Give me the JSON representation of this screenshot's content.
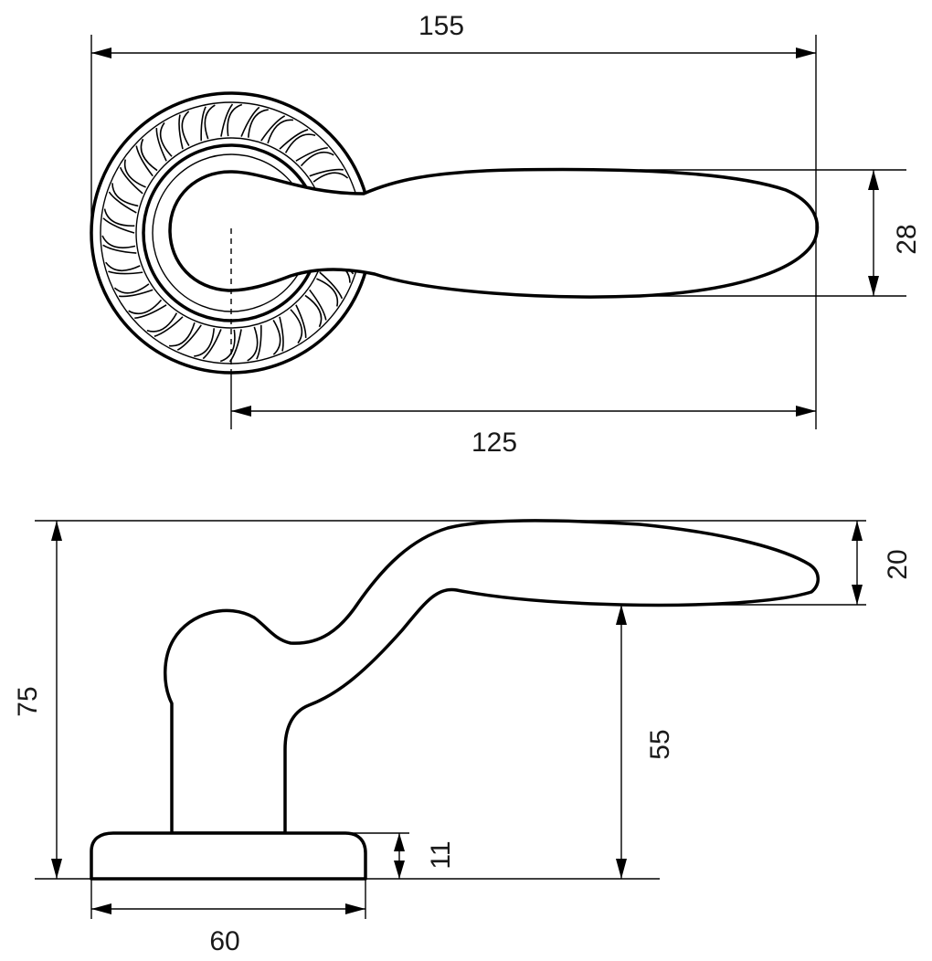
{
  "dimensions": {
    "top_view": {
      "overall_length": "155",
      "lever_length": "125",
      "lever_width": "28"
    },
    "side_view": {
      "total_height": "75",
      "lever_height": "55",
      "lever_thickness": "20",
      "rose_thickness": "11",
      "rose_diameter": "60"
    }
  }
}
